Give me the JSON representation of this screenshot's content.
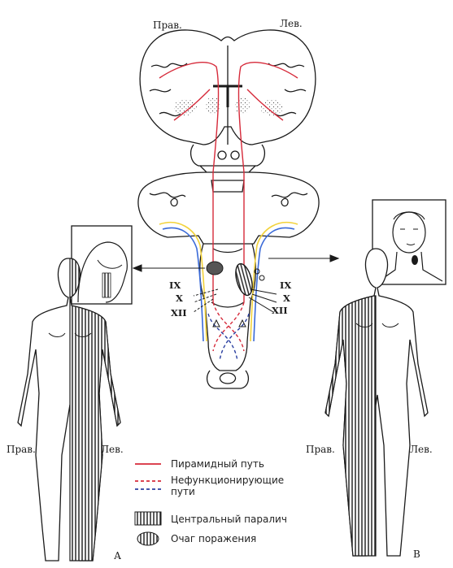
{
  "labels": {
    "brain_right": "Прав.",
    "brain_left": "Лев.",
    "figA_right": "Прав.",
    "figA_left": "Лев.",
    "figB_right": "Прав.",
    "figB_left": "Лев.",
    "panel_a": "А",
    "panel_b": "В"
  },
  "nerves": {
    "left_side": [
      "IX",
      "X",
      "XII"
    ],
    "right_side": [
      "IX",
      "X",
      "XII"
    ]
  },
  "legend": {
    "pyramidal": "Пирамидный путь",
    "nonfunctional_line1": "Нефункционирующие",
    "nonfunctional_line2": "пути",
    "central_paralysis": "Центральный паралич",
    "lesion": "Очаг поражения"
  },
  "colors": {
    "pyramidal": "#d62a3a",
    "nonfunctional_red": "#d62a3a",
    "nonfunctional_blue": "#2a3fa0",
    "sensory_yellow": "#f2d23a",
    "sensory_blue": "#3a6ad8",
    "ink": "#1a1a1a"
  }
}
